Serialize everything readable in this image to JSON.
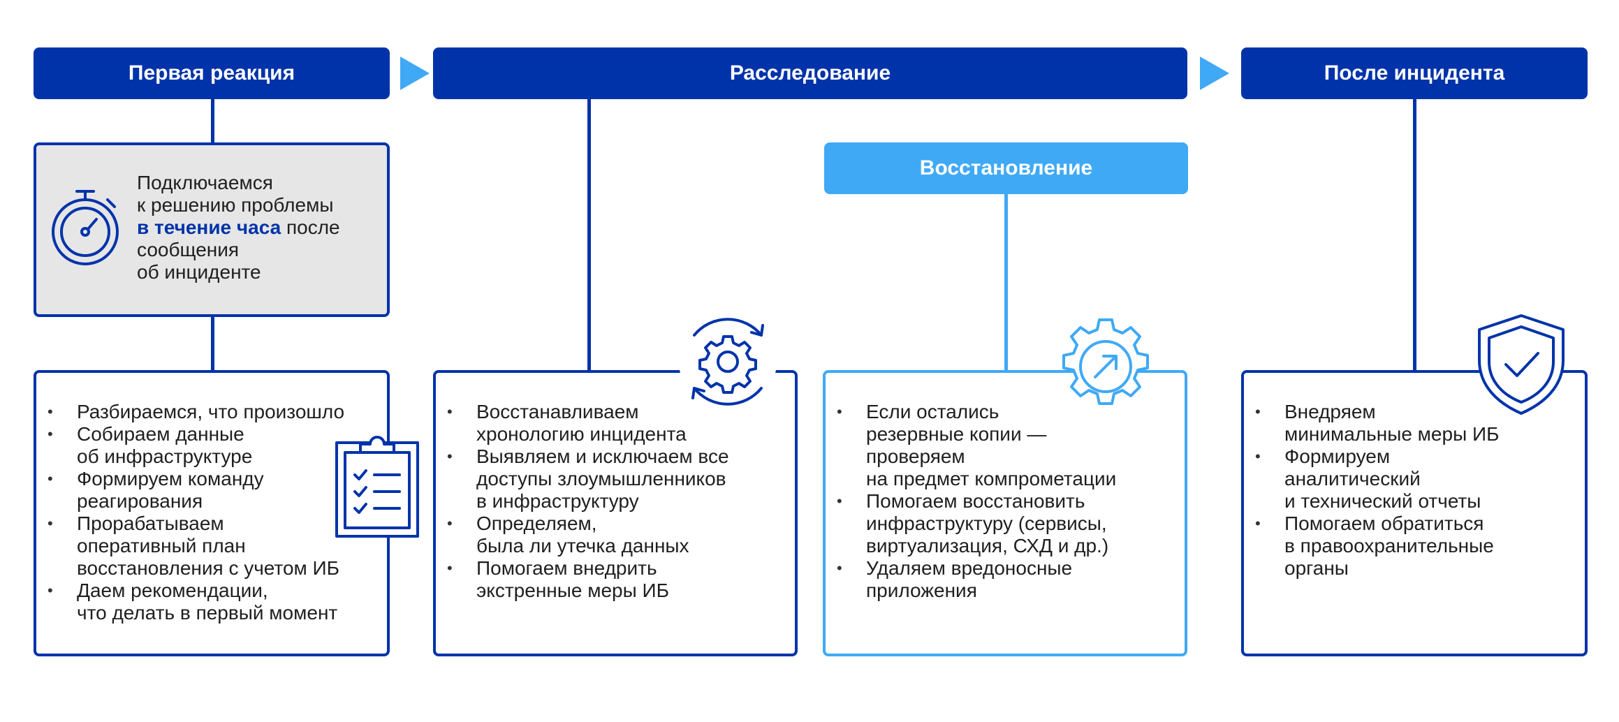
{
  "headers": {
    "first_response": "Первая реакция",
    "investigation": "Расследование",
    "recovery": "Восстановление",
    "after_incident": "После инцидента"
  },
  "reaction": {
    "before": "Подключаемся\nк решению проблемы\n",
    "highlight": "в течение часа",
    "after": " после\nсообщения\nоб инциденте"
  },
  "first_response_items": [
    "Разбираемся, что произошло",
    "Собираем данные\nоб инфраструктуре",
    "Формируем команду\nреагирования",
    "Прорабатываем\nоперативный план\nвосстановления с учетом ИБ",
    "Даем рекомендации,\nчто делать в первый момент"
  ],
  "investigation_items": [
    "Восстанавливаем\nхронологию инцидента",
    "Выявляем и исключаем все\nдоступы злоумышленников\nв инфраструктуру",
    "Определяем,\nбыла ли утечка данных",
    "Помогаем внедрить\nэкстренные меры ИБ"
  ],
  "recovery_items": [
    "Если остались\nрезервные копии —\nпроверяем\nна предмет компрометации",
    "Помогаем восстановить\nинфраструктуру (сервисы,\nвиртуализация, СХД и др.)",
    "Удаляем вредоносные\nприложения"
  ],
  "after_items": [
    "Внедряем\nминимальные меры ИБ",
    "Формируем\nаналитический\nи технический отчеты",
    "Помогаем обратиться\nв правоохранительные\nорганы"
  ],
  "icons": {
    "stopwatch": "stopwatch-icon",
    "clipboard": "checklist-clipboard-icon",
    "gear_cycle": "gear-cycle-icon",
    "gear_arrow": "gear-arrow-icon",
    "shield": "shield-check-icon"
  },
  "colors": {
    "primary": "#0033aa",
    "accent": "#3fa9f5",
    "grey_card": "#e6e6e6"
  }
}
